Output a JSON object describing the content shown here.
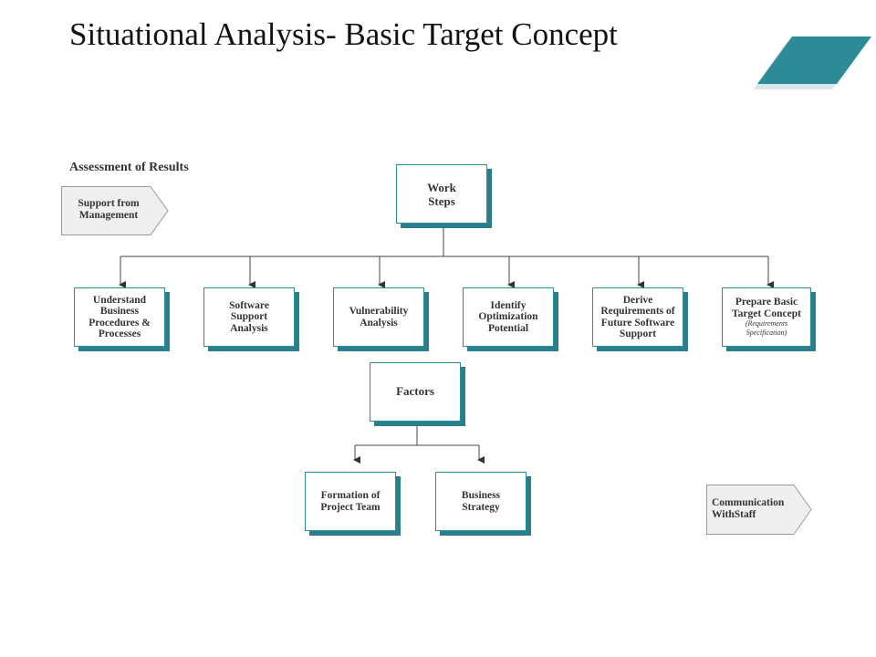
{
  "title": "Situational Analysis- Basic Target Concept",
  "subheading": "Assessment of Results",
  "colors": {
    "accent": "#2a7f8c",
    "accent_light": "#cfe6ea",
    "border": "#2e8b9a"
  },
  "tags": {
    "support": "Support from Management",
    "communication": "Communication WithStaff"
  },
  "nodes": {
    "work_steps": "Work Steps",
    "factors": "Factors",
    "steps": [
      {
        "label": "Understand Business Procedures & Processes"
      },
      {
        "label": "Software Support Analysis"
      },
      {
        "label": "Vulnerability Analysis"
      },
      {
        "label": "Identify Optimization Potential"
      },
      {
        "label": "Derive Requirements of Future Software Support"
      },
      {
        "label": "Prepare Basic Target Concept",
        "note": "(Requirements Specification)"
      }
    ],
    "factor_items": [
      {
        "label": "Formation of Project Team"
      },
      {
        "label": "Business Strategy"
      }
    ]
  }
}
